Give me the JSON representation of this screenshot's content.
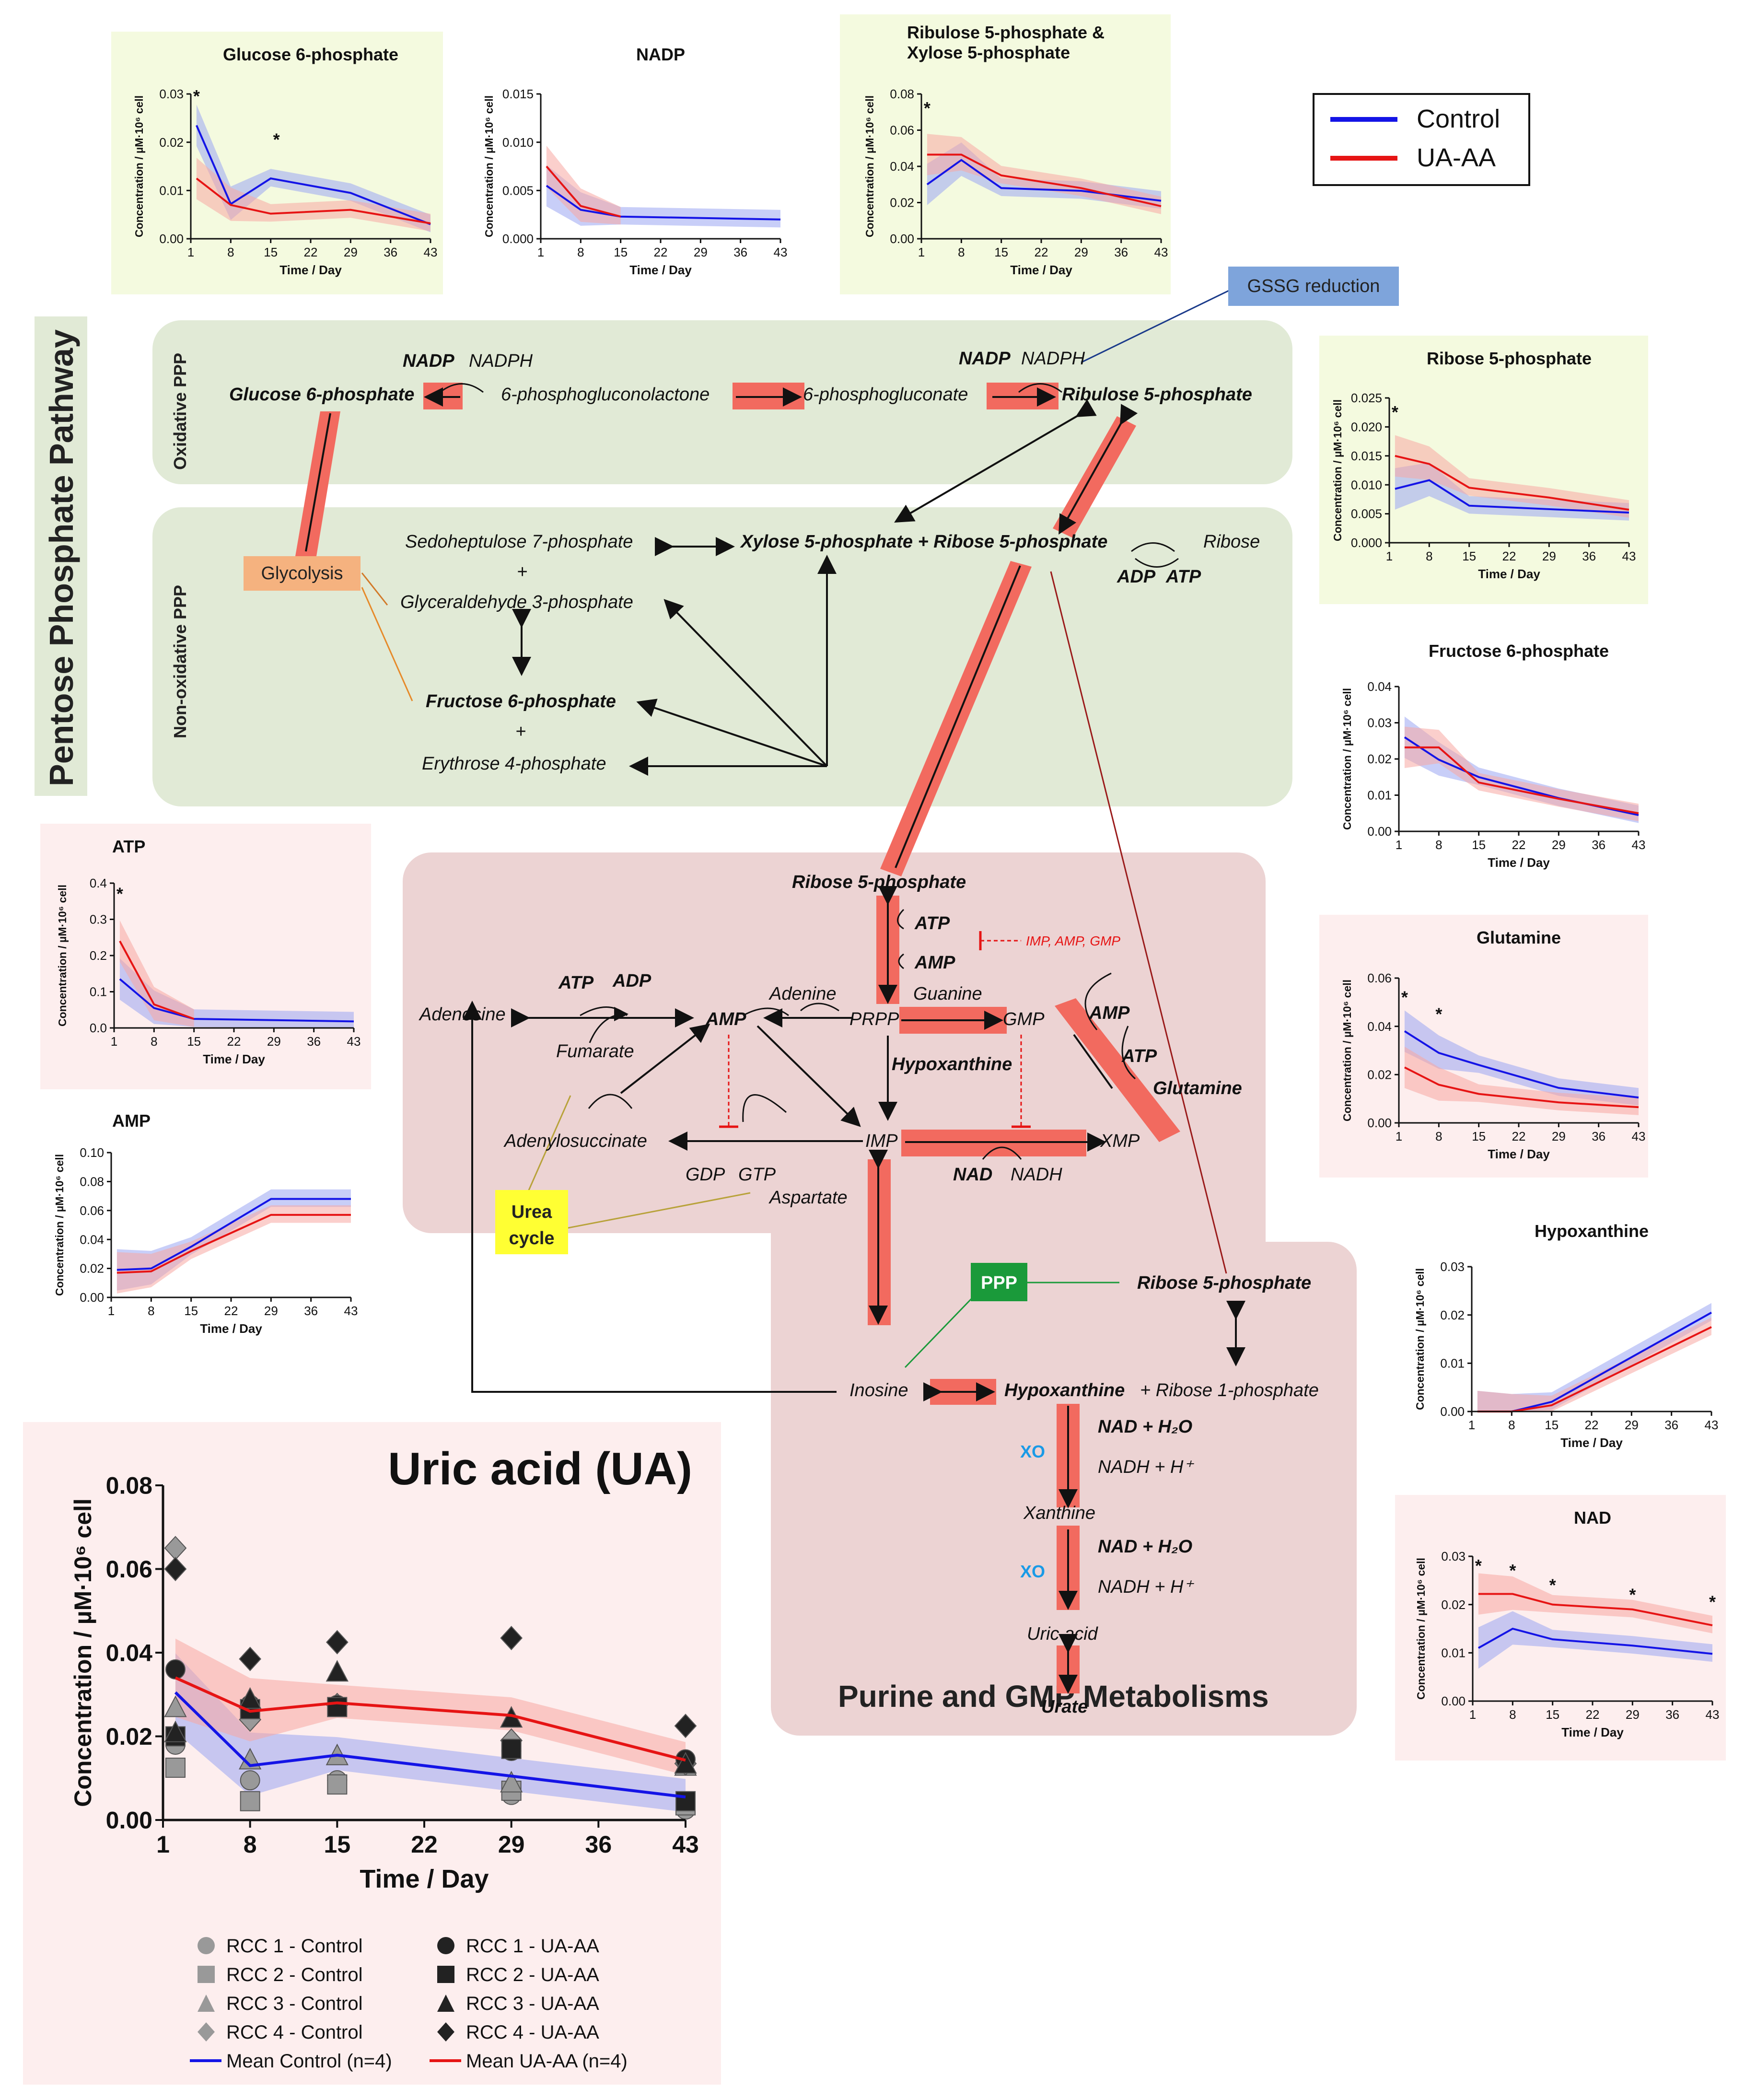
{
  "colors": {
    "control": "#1414e6",
    "uaaa": "#e61414",
    "control_band": "#9aa6f2",
    "uaaa_band": "#f7a8a2",
    "green_panel": "#f4fadf",
    "pink_panel": "#fdeeee",
    "ppp_region": "#e1ead6",
    "purine_region": "#ecd3d3",
    "highlight": "#f26a5f",
    "glycolysis": "#f5b27f",
    "gssg": "#7ea4db",
    "urea": "#ffff33",
    "ppp_box": "#1a9a3a",
    "xo": "#1a9ae6"
  },
  "legend": {
    "control": "Control",
    "uaaa": "UA-AA"
  },
  "labels": {
    "ppp_title": "Pentose Phosphate Pathway",
    "oxidative": "Oxidative PPP",
    "nonoxidative": "Non-oxidative PPP",
    "purine_title": "Purine and GMP Metabolisms",
    "glycolysis": "Glycolysis",
    "gssg": "GSSG reduction",
    "urea1": "Urea",
    "urea2": "cycle",
    "ppp_box": "PPP",
    "xo1": "XO",
    "xo2": "XO"
  },
  "pathway": {
    "nadp1": "NADP",
    "nadph1": "NADPH",
    "g6p": "Glucose 6-phosphate",
    "pgl": "6-phosphogluconolactone",
    "pg": "6-phosphogluconate",
    "nadp2": "NADP",
    "nadph2": "NADPH",
    "ru5p": "Ribulose 5-phosphate",
    "s7p": "Sedoheptulose 7-phosphate",
    "plus1": "+",
    "ga3p": "Glyceraldehyde 3-phosphate",
    "x5p_r5p": "Xylose 5-phosphate + Ribose 5-phosphate",
    "ribose": "Ribose",
    "adp1": "ADP",
    "atp1": "ATP",
    "f6p": "Fructose 6-phosphate",
    "plus2": "+",
    "e4p": "Erythrose 4-phosphate",
    "r5p2": "Ribose 5-phosphate",
    "atp2": "ATP",
    "amp2": "AMP",
    "inhib": "IMP, AMP, GMP",
    "atp3": "ATP",
    "adp3": "ADP",
    "adenine": "Adenine",
    "guanine": "Guanine",
    "adenosine": "Adenosine",
    "amp_main": "AMP",
    "prpp": "PRPP",
    "gmp": "GMP",
    "amp4": "AMP",
    "atp4": "ATP",
    "glutamine": "Glutamine",
    "fumarate": "Fumarate",
    "hypox1": "Hypoxanthine",
    "adenylosuccinate": "Adenylosuccinate",
    "imp": "IMP",
    "xmp": "XMP",
    "gdp": "GDP",
    "gtp": "GTP",
    "aspartate": "Aspartate",
    "nad1": "NAD",
    "nadh1": "NADH",
    "r5p3": "Ribose 5-phosphate",
    "inosine": "Inosine",
    "hypox2": "Hypoxanthine",
    "r1p": "+ Ribose 1-phosphate",
    "nad_h2o_a": "NAD + H₂O",
    "nadh_h_a": "NADH + H⁺",
    "xanthine": "Xanthine",
    "nad_h2o_b": "NAD + H₂O",
    "nadh_h_b": "NADH + H⁺",
    "uric_acid": "Uric acid",
    "urate": "Urate"
  },
  "common": {
    "ylabel": "Concentration / µM·10⁶ cell",
    "xlabel": "Time / Day"
  },
  "chart_data": [
    {
      "id": "g6p",
      "type": "line",
      "title": "Glucose 6-phosphate",
      "x": [
        1,
        8,
        15,
        22,
        29,
        36,
        43
      ],
      "ylim": [
        0,
        0.03
      ],
      "yticks": [
        "0.00",
        "0.01",
        "0.02",
        "0.03"
      ],
      "series": [
        {
          "name": "Control",
          "x": [
            2,
            8,
            15,
            29,
            43
          ],
          "values": [
            0.0235,
            0.0072,
            0.0125,
            0.0095,
            0.003
          ]
        },
        {
          "name": "UA-AA",
          "x": [
            2,
            8,
            15,
            29,
            43
          ],
          "values": [
            0.0125,
            0.007,
            0.0052,
            0.006,
            0.0032
          ]
        }
      ],
      "stars": [
        {
          "x": 2,
          "y": 0.0295
        },
        {
          "x": 16,
          "y": 0.0205
        }
      ]
    },
    {
      "id": "nadp",
      "type": "line",
      "title": "NADP",
      "x": [
        1,
        8,
        15,
        22,
        29,
        36,
        43
      ],
      "ylim": [
        0,
        0.015
      ],
      "yticks": [
        "0.000",
        "0.005",
        "0.010",
        "0.015"
      ],
      "series": [
        {
          "name": "Control",
          "x": [
            2,
            8,
            15,
            43
          ],
          "values": [
            0.0055,
            0.003,
            0.0023,
            0.002
          ]
        },
        {
          "name": "UA-AA",
          "x": [
            2,
            8,
            15
          ],
          "values": [
            0.0075,
            0.0034,
            0.0023
          ]
        }
      ],
      "stars": []
    },
    {
      "id": "ru5p",
      "type": "line",
      "title": "Ribulose 5-phosphate & Xylose 5-phosphate",
      "x": [
        1,
        8,
        15,
        22,
        29,
        36,
        43
      ],
      "ylim": [
        0,
        0.08
      ],
      "yticks": [
        "0.00",
        "0.02",
        "0.04",
        "0.06",
        "0.08"
      ],
      "series": [
        {
          "name": "Control",
          "x": [
            2,
            8,
            15,
            29,
            43
          ],
          "values": [
            0.03,
            0.0435,
            0.028,
            0.0265,
            0.021
          ]
        },
        {
          "name": "UA-AA",
          "x": [
            2,
            8,
            15,
            29,
            43
          ],
          "values": [
            0.0465,
            0.0465,
            0.035,
            0.028,
            0.018
          ]
        }
      ],
      "stars": [
        {
          "x": 2,
          "y": 0.072
        }
      ]
    },
    {
      "id": "r5p",
      "type": "line",
      "title": "Ribose 5-phosphate",
      "x": [
        1,
        8,
        15,
        22,
        29,
        36,
        43
      ],
      "ylim": [
        0,
        0.025
      ],
      "yticks": [
        "0.000",
        "0.005",
        "0.010",
        "0.015",
        "0.020",
        "0.025"
      ],
      "series": [
        {
          "name": "Control",
          "x": [
            2,
            8,
            15,
            29,
            43
          ],
          "values": [
            0.0093,
            0.0108,
            0.0064,
            0.0058,
            0.0052
          ]
        },
        {
          "name": "UA-AA",
          "x": [
            2,
            8,
            15,
            29,
            43
          ],
          "values": [
            0.015,
            0.0136,
            0.0095,
            0.0078,
            0.0057
          ]
        }
      ],
      "stars": [
        {
          "x": 2,
          "y": 0.0225
        }
      ]
    },
    {
      "id": "f6p",
      "type": "line",
      "title": "Fructose 6-phosphate",
      "x": [
        1,
        8,
        15,
        22,
        29,
        36,
        43
      ],
      "ylim": [
        0,
        0.04
      ],
      "yticks": [
        "0.00",
        "0.01",
        "0.02",
        "0.03",
        "0.04"
      ],
      "series": [
        {
          "name": "Control",
          "x": [
            2,
            8,
            15,
            29,
            43
          ],
          "values": [
            0.026,
            0.0198,
            0.015,
            0.0092,
            0.0045
          ]
        },
        {
          "name": "UA-AA",
          "x": [
            2,
            8,
            15,
            29,
            43
          ],
          "values": [
            0.0232,
            0.0232,
            0.0135,
            0.009,
            0.005
          ]
        }
      ],
      "stars": []
    },
    {
      "id": "gln",
      "type": "line",
      "title": "Glutamine",
      "x": [
        1,
        8,
        15,
        22,
        29,
        36,
        43
      ],
      "ylim": [
        0,
        0.06
      ],
      "yticks": [
        "0.00",
        "0.02",
        "0.04",
        "0.06"
      ],
      "series": [
        {
          "name": "Control",
          "x": [
            2,
            8,
            15,
            29,
            43
          ],
          "values": [
            0.038,
            0.029,
            0.024,
            0.0145,
            0.0105
          ]
        },
        {
          "name": "UA-AA",
          "x": [
            2,
            8,
            15,
            29,
            43
          ],
          "values": [
            0.023,
            0.0158,
            0.012,
            0.0085,
            0.0065
          ]
        }
      ],
      "stars": [
        {
          "x": 2,
          "y": 0.052
        },
        {
          "x": 8,
          "y": 0.045
        }
      ]
    },
    {
      "id": "atp",
      "type": "line",
      "title": "ATP",
      "x": [
        1,
        8,
        15,
        22,
        29,
        36,
        43
      ],
      "ylim": [
        0,
        0.4
      ],
      "yticks": [
        "0.0",
        "0.1",
        "0.2",
        "0.3",
        "0.4"
      ],
      "series": [
        {
          "name": "Control",
          "x": [
            2,
            8,
            15,
            43
          ],
          "values": [
            0.135,
            0.055,
            0.025,
            0.018
          ]
        },
        {
          "name": "UA-AA",
          "x": [
            2,
            8,
            15
          ],
          "values": [
            0.24,
            0.065,
            0.025
          ]
        }
      ],
      "stars": [
        {
          "x": 2,
          "y": 0.37
        }
      ]
    },
    {
      "id": "amp",
      "type": "line",
      "title": "AMP",
      "x": [
        1,
        8,
        15,
        22,
        29,
        36,
        43
      ],
      "ylim": [
        0,
        0.1
      ],
      "yticks": [
        "0.00",
        "0.02",
        "0.04",
        "0.06",
        "0.08",
        "0.10"
      ],
      "series": [
        {
          "name": "Control",
          "x": [
            2,
            8,
            15,
            29,
            43
          ],
          "values": [
            0.019,
            0.02,
            0.035,
            0.068,
            0.068
          ]
        },
        {
          "name": "UA-AA",
          "x": [
            2,
            8,
            15,
            29,
            43
          ],
          "values": [
            0.017,
            0.018,
            0.032,
            0.057,
            0.057
          ]
        }
      ],
      "stars": []
    },
    {
      "id": "hyp",
      "type": "line",
      "title": "Hypoxanthine",
      "x": [
        1,
        8,
        15,
        22,
        29,
        36,
        43
      ],
      "ylim": [
        0,
        0.03
      ],
      "yticks": [
        "0.00",
        "0.01",
        "0.02",
        "0.03"
      ],
      "series": [
        {
          "name": "Control",
          "x": [
            2,
            8,
            15,
            43
          ],
          "values": [
            0,
            0,
            0.002,
            0.0205
          ]
        },
        {
          "name": "UA-AA",
          "x": [
            2,
            8,
            15,
            43
          ],
          "values": [
            0,
            0,
            0.0013,
            0.0175
          ]
        }
      ],
      "stars": []
    },
    {
      "id": "nad",
      "type": "line",
      "title": "NAD",
      "x": [
        1,
        8,
        15,
        22,
        29,
        36,
        43
      ],
      "ylim": [
        0,
        0.03
      ],
      "yticks": [
        "0.00",
        "0.01",
        "0.02",
        "0.03"
      ],
      "series": [
        {
          "name": "Control",
          "x": [
            2,
            8,
            15,
            29,
            43
          ],
          "values": [
            0.011,
            0.015,
            0.0128,
            0.0115,
            0.0098
          ]
        },
        {
          "name": "UA-AA",
          "x": [
            2,
            8,
            15,
            29,
            43
          ],
          "values": [
            0.0222,
            0.0222,
            0.02,
            0.019,
            0.0157
          ]
        }
      ],
      "stars": [
        {
          "x": 2,
          "y": 0.028
        },
        {
          "x": 8,
          "y": 0.027
        },
        {
          "x": 15,
          "y": 0.024
        },
        {
          "x": 29,
          "y": 0.022
        },
        {
          "x": 43,
          "y": 0.0205
        }
      ]
    },
    {
      "id": "ua",
      "type": "scatter+line",
      "title": "Uric acid (UA)",
      "x": [
        1,
        8,
        15,
        22,
        29,
        36,
        43
      ],
      "ylim": [
        0,
        0.08
      ],
      "yticks": [
        "0.00",
        "0.02",
        "0.04",
        "0.06",
        "0.08"
      ],
      "series": [
        {
          "name": "Mean Control (n=4)",
          "x": [
            2,
            8,
            15,
            29,
            43
          ],
          "values": [
            0.0305,
            0.013,
            0.0155,
            0.0105,
            0.0055
          ]
        },
        {
          "name": "Mean UA-AA (n=4)",
          "x": [
            2,
            8,
            15,
            29,
            43
          ],
          "values": [
            0.034,
            0.026,
            0.028,
            0.025,
            0.0143
          ]
        }
      ],
      "points": [
        {
          "name": "RCC 1 - Control",
          "shape": "circle",
          "fill": "#999999",
          "x": [
            2,
            8,
            15,
            29,
            43
          ],
          "values": [
            0.018,
            0.0095,
            0.0095,
            0.006,
            0.0025
          ]
        },
        {
          "name": "RCC 2 - Control",
          "shape": "square",
          "fill": "#999999",
          "x": [
            2,
            8,
            15,
            29,
            43
          ],
          "values": [
            0.0125,
            0.0045,
            0.0085,
            0.007,
            0.0035
          ]
        },
        {
          "name": "RCC 3 - Control",
          "shape": "triangle",
          "fill": "#999999",
          "x": [
            2,
            8,
            15,
            29,
            43
          ],
          "values": [
            0.027,
            0.0145,
            0.0155,
            0.009,
            0.013
          ]
        },
        {
          "name": "RCC 4 - Control",
          "shape": "diamond",
          "fill": "#999999",
          "x": [
            2,
            8,
            15,
            29,
            43
          ],
          "values": [
            0.065,
            0.024,
            0.0275,
            0.019,
            0.0135
          ]
        },
        {
          "name": "RCC 1 - UA-AA",
          "shape": "circle",
          "fill": "#222222",
          "x": [
            2,
            8,
            15,
            29,
            43
          ],
          "values": [
            0.036,
            0.0275,
            0.0275,
            0.0165,
            0.0145
          ]
        },
        {
          "name": "RCC 2 - UA-AA",
          "shape": "square",
          "fill": "#222222",
          "x": [
            2,
            8,
            15,
            29,
            43
          ],
          "values": [
            0.02,
            0.0265,
            0.027,
            0.017,
            0.0045
          ]
        },
        {
          "name": "RCC 3 - UA-AA",
          "shape": "triangle",
          "fill": "#222222",
          "x": [
            2,
            8,
            15,
            29,
            43
          ],
          "values": [
            0.021,
            0.029,
            0.0355,
            0.0245,
            0.0135
          ]
        },
        {
          "name": "RCC 4 - UA-AA",
          "shape": "diamond",
          "fill": "#222222",
          "x": [
            2,
            8,
            15,
            29,
            43
          ],
          "values": [
            0.06,
            0.0385,
            0.0425,
            0.0435,
            0.0225
          ]
        }
      ]
    }
  ]
}
